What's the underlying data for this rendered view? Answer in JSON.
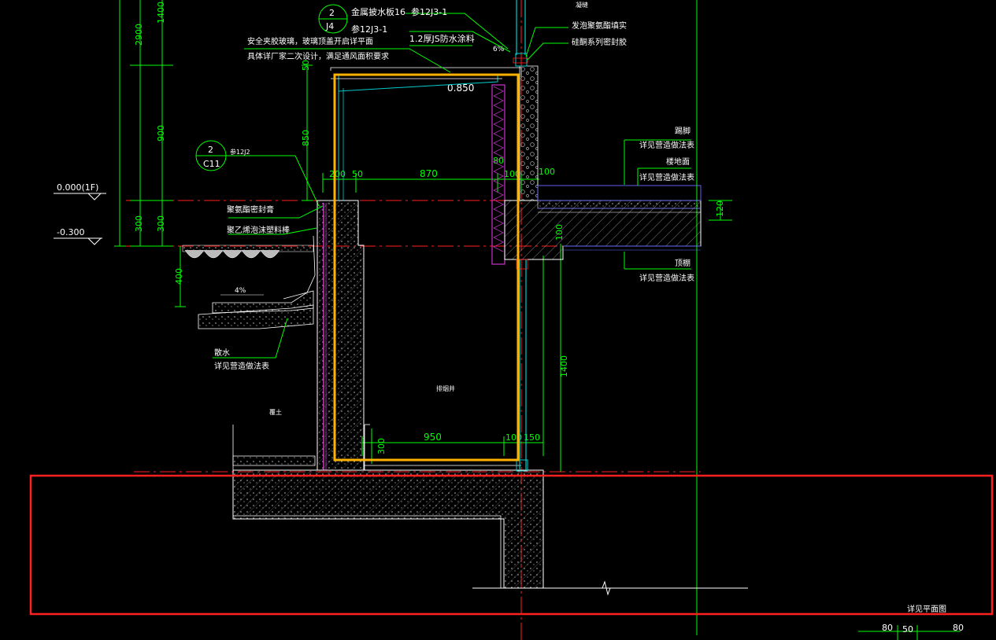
{
  "colors": {
    "background": "#000000",
    "dimension": "#00ff00",
    "wall_line": "#ffffff",
    "axis_line": "#ff0000",
    "waterproof": "#cc33cc",
    "glass": "#00cccc",
    "highlight_box": "#ffb300",
    "annotation_box": "#ff2020",
    "fill_blue": "#6a6aff"
  },
  "labels": {
    "metal_flashing": "金属披水板16",
    "ref_12j3_1a": "参12J3-1",
    "ref_12j3_1b": "参12J3-1",
    "detail_2_j4_num": "2",
    "detail_2_j4_sheet": "J4",
    "safety_glass": "安全夹胶玻璃，玻璃顶盖开启详平面",
    "vendor_design": "具体详厂家二次设计，满足通风面积要求",
    "waterproof_coating": "1.2厚JS防水涂料",
    "foam_fill": "发泡聚氨酯填实",
    "silicone_seal": "硅酮系列密封胶",
    "slope_top": "6%",
    "elev_0850": "0.850",
    "detail_2_c11_num": "2",
    "detail_2_c11_sheet": "C11",
    "ref_12j2": "参12J2",
    "elev_0000": "0.000(1F)",
    "elev_m0300": "-0.300",
    "pu_sealant": "聚氨酯密封膏",
    "pe_foam_rod": "聚乙烯泡沫塑料棒",
    "slope_4": "4%",
    "apron": "散水",
    "see_finish_1": "详见营造做法表",
    "backfill": "覆土",
    "light_well": "排烟井",
    "baseboard": "踢脚",
    "see_finish_2": "详见营造做法表",
    "floor_surface": "楼地面",
    "see_finish_3": "详见营造做法表",
    "ceiling": "顶棚",
    "see_finish_4": "详见营造做法表",
    "see_plan": "详见平面图",
    "top_note": "凝缝"
  },
  "dimensions": {
    "d1400_top": "1400",
    "d2900": "2900",
    "d900": "900",
    "d300_a": "300",
    "d300_b": "300",
    "d850": "850",
    "d50_top": "50",
    "d200": "200",
    "d50": "50",
    "d870": "870",
    "d80": "80",
    "d100_a": "100",
    "d100_b": "100",
    "d120": "120",
    "d100_vert": "100",
    "d400": "400",
    "d1400": "1400",
    "d300_c": "300",
    "d950": "950",
    "d100_c": "100",
    "d150": "150",
    "d80_bl": "80",
    "d50_bl": "50",
    "d80_br": "80"
  }
}
